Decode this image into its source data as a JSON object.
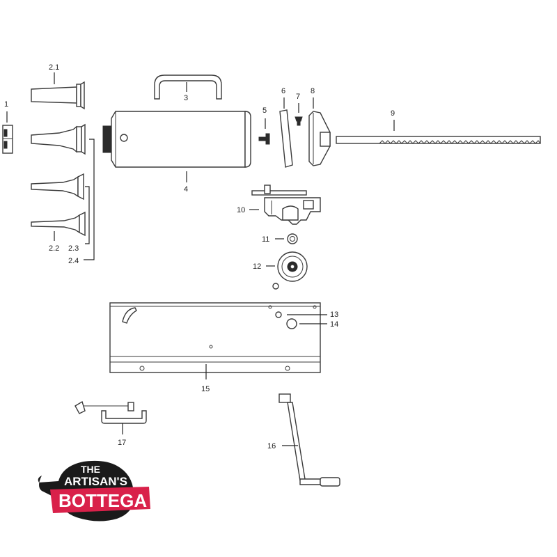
{
  "labels": {
    "p1": "1",
    "p2_1": "2.1",
    "p2_2": "2.2",
    "p2_3": "2.3",
    "p2_4": "2.4",
    "p3": "3",
    "p4": "4",
    "p5": "5",
    "p6": "6",
    "p7": "7",
    "p8": "8",
    "p9": "9",
    "p10": "10",
    "p11": "11",
    "p12": "12",
    "p13": "13",
    "p14": "14",
    "p15": "15",
    "p16": "16",
    "p17": "17"
  },
  "logo": {
    "line1": "THE",
    "line2": "ARTISAN'S",
    "line3": "BOTTEGA",
    "colors": {
      "pan": "#1a1a1a",
      "banner": "#d9214a"
    }
  }
}
